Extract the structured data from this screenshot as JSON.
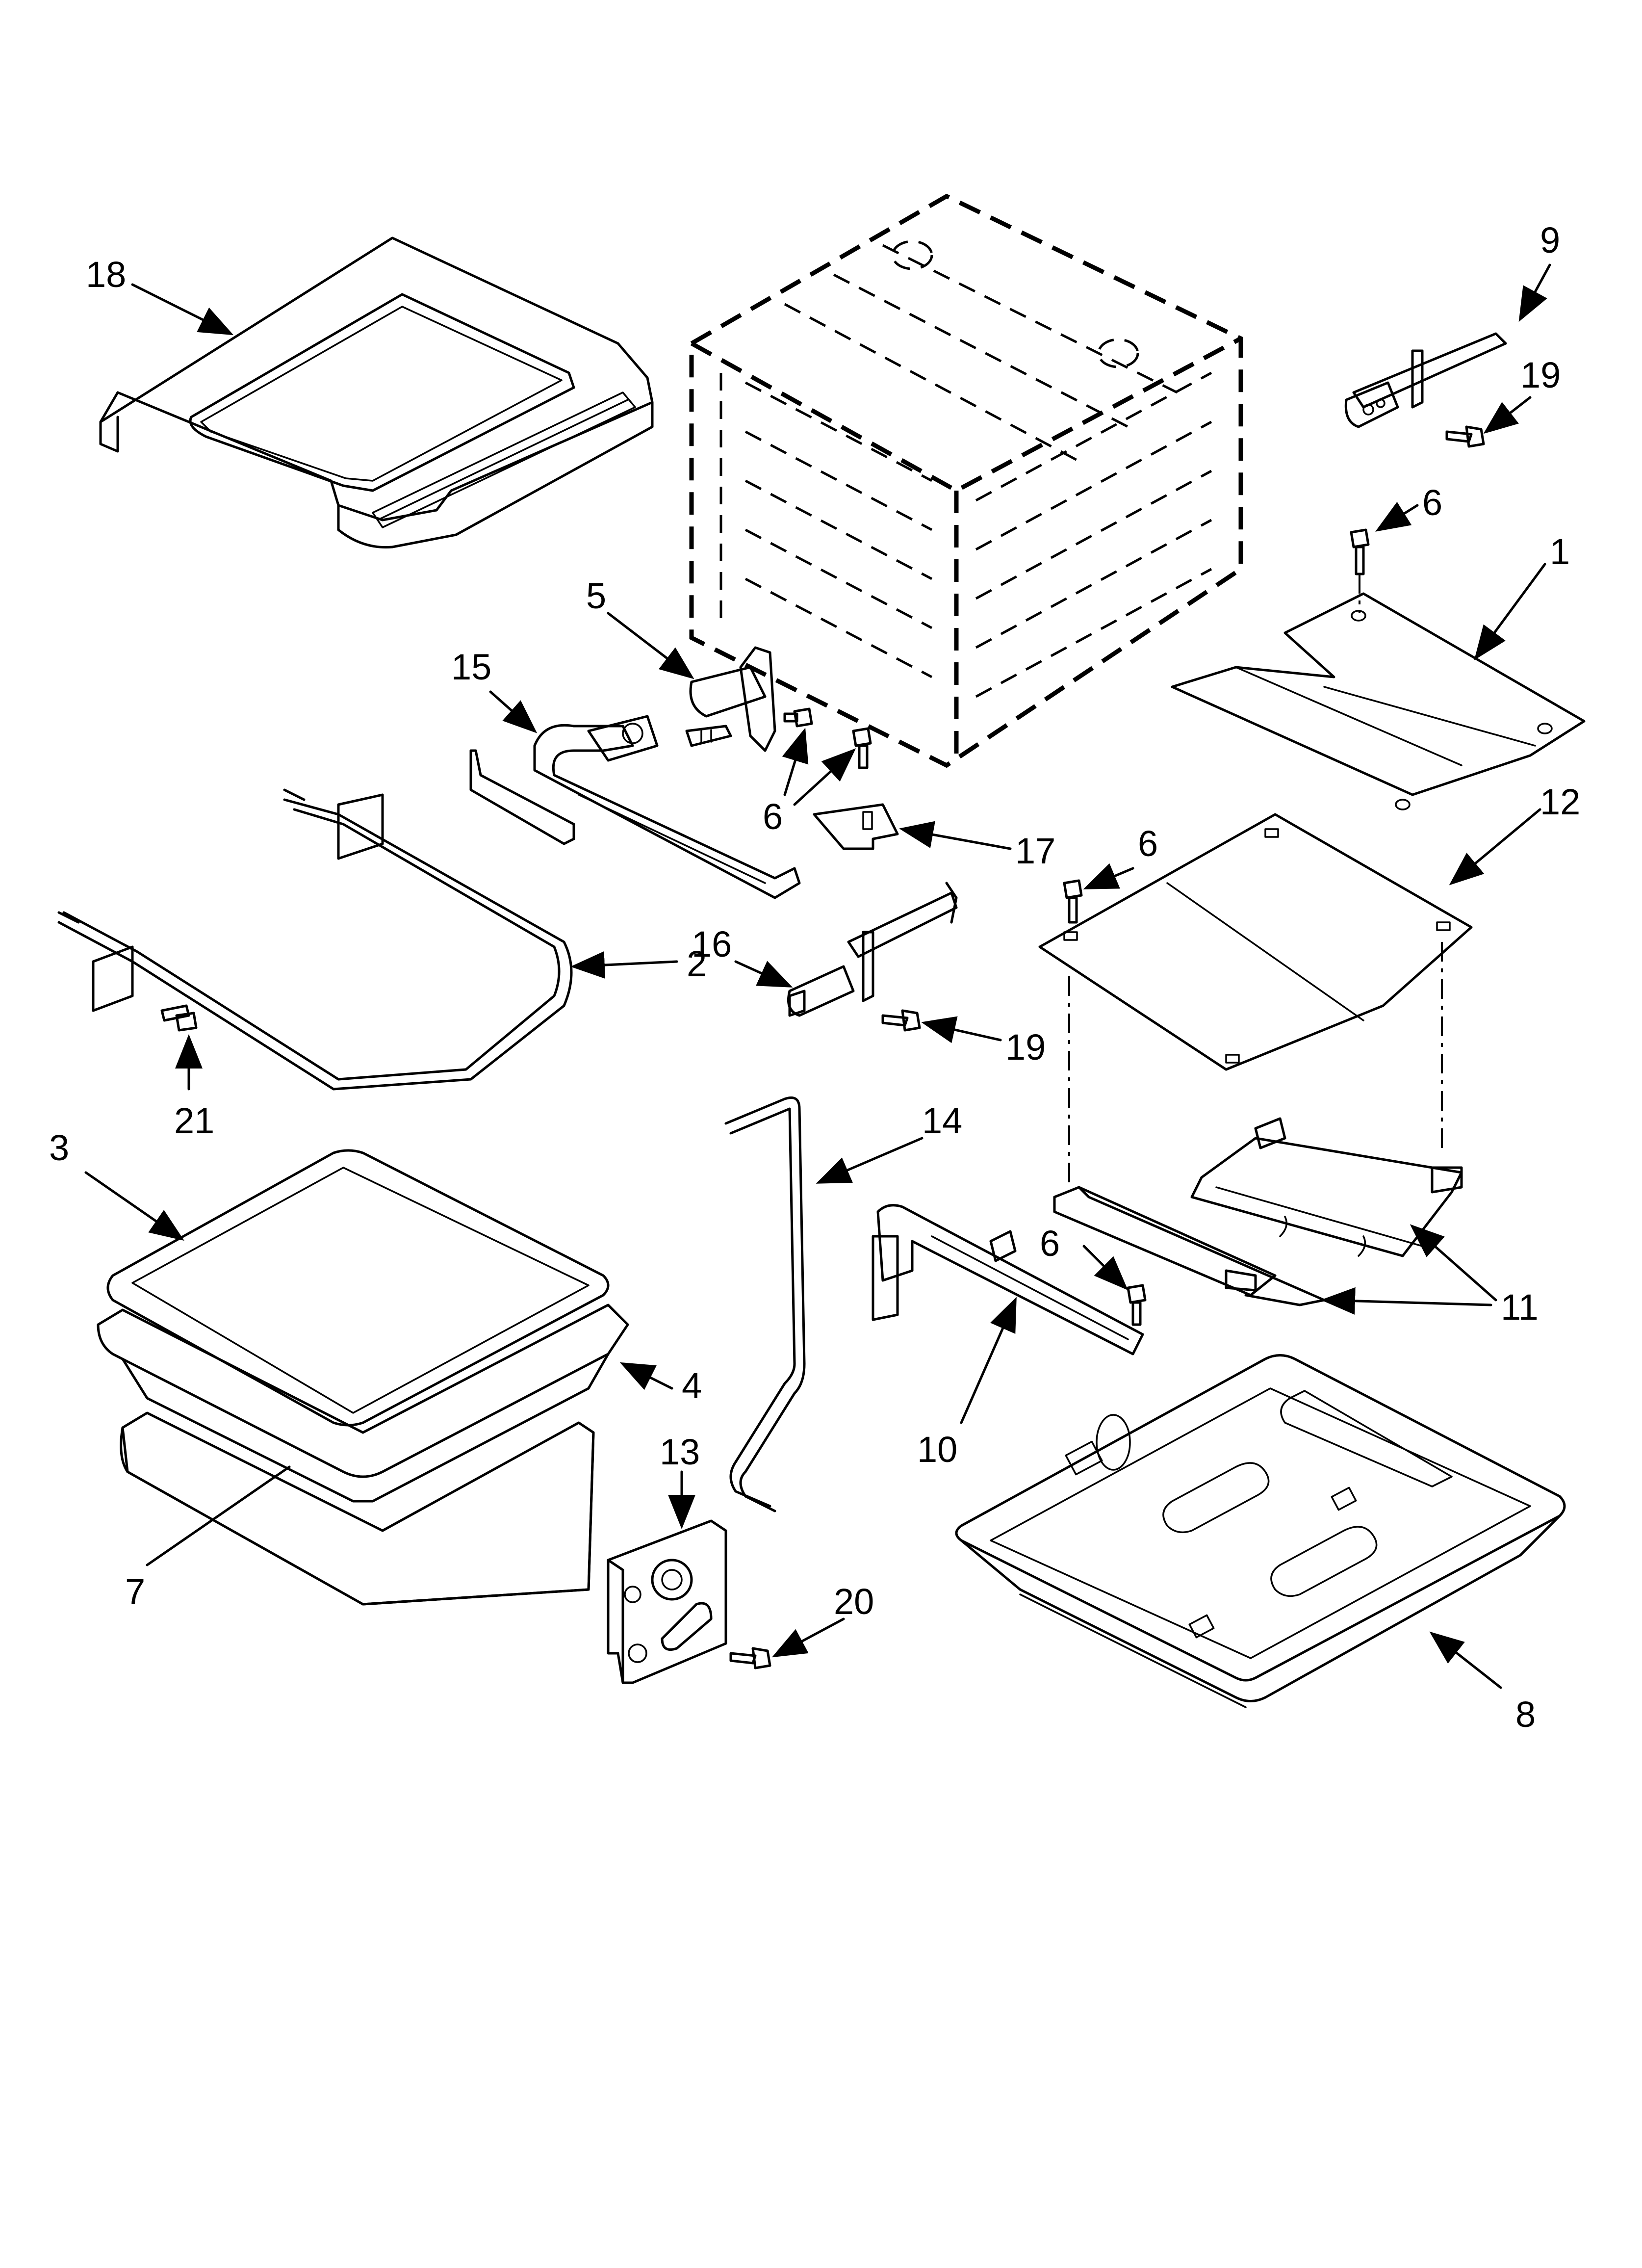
{
  "callouts": [
    {
      "id": "c18",
      "text": "18"
    },
    {
      "id": "c9",
      "text": "9"
    },
    {
      "id": "c19a",
      "text": "19"
    },
    {
      "id": "c6a",
      "text": "6"
    },
    {
      "id": "c1",
      "text": "1"
    },
    {
      "id": "c5",
      "text": "5"
    },
    {
      "id": "c15",
      "text": "15"
    },
    {
      "id": "c6b",
      "text": "6"
    },
    {
      "id": "c17",
      "text": "17"
    },
    {
      "id": "c6c",
      "text": "6"
    },
    {
      "id": "c12",
      "text": "12"
    },
    {
      "id": "c2",
      "text": "2"
    },
    {
      "id": "c16",
      "text": "16"
    },
    {
      "id": "c19b",
      "text": "19"
    },
    {
      "id": "c21",
      "text": "21"
    },
    {
      "id": "c3",
      "text": "3"
    },
    {
      "id": "c14",
      "text": "14"
    },
    {
      "id": "c6d",
      "text": "6"
    },
    {
      "id": "c11",
      "text": "11"
    },
    {
      "id": "c4",
      "text": "4"
    },
    {
      "id": "c10",
      "text": "10"
    },
    {
      "id": "c13",
      "text": "13"
    },
    {
      "id": "c7",
      "text": "7"
    },
    {
      "id": "c20",
      "text": "20"
    },
    {
      "id": "c8",
      "text": "8"
    }
  ]
}
